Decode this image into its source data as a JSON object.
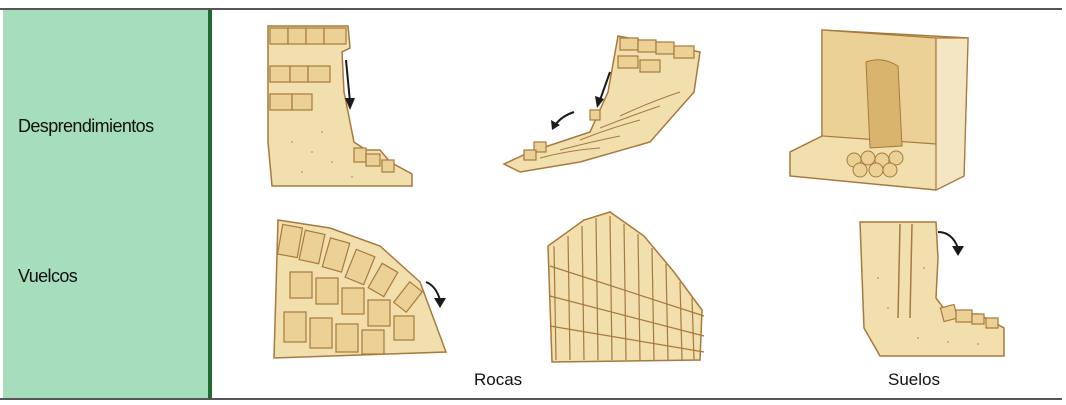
{
  "rows": {
    "row1_label": "Desprendimientos",
    "row2_label": "Vuelcos"
  },
  "categories": {
    "rocks_label": "Rocas",
    "soils_label": "Suelos"
  },
  "colors": {
    "panel": "#a6ddbd",
    "panel_border": "#1f6b32",
    "sand": "#f1dfae",
    "sand_dark": "#e2c47f",
    "outline": "#a8793d",
    "arrow": "#1a1a1a"
  }
}
